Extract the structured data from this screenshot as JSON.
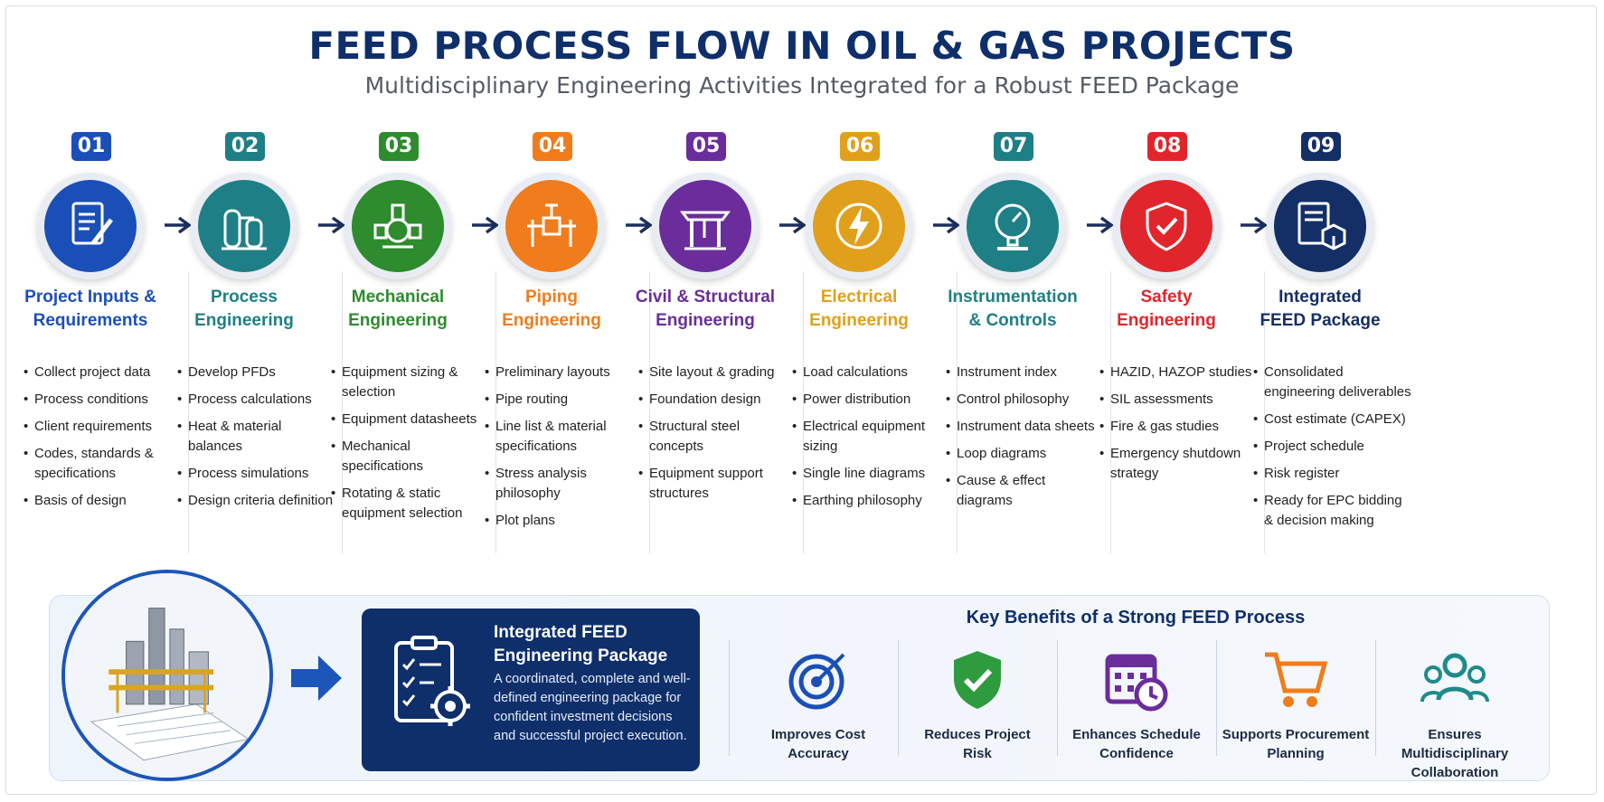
{
  "header": {
    "title": "FEED PROCESS FLOW IN OIL & GAS PROJECTS",
    "subtitle": "Multidisciplinary Engineering Activities Integrated for a Robust FEED Package"
  },
  "steps": [
    {
      "number": "01",
      "title_line1": "Project Inputs &",
      "title_line2": "Requirements",
      "color": "#1b4fb8",
      "icon": "document-edit-icon",
      "items": [
        "Collect project data",
        "Process conditions",
        "Client requirements",
        "Codes, standards & specifications",
        "Basis of design"
      ]
    },
    {
      "number": "02",
      "title_line1": "Process",
      "title_line2": "Engineering",
      "color": "#1f7f86",
      "icon": "process-vessel-icon",
      "items": [
        "Develop PFDs",
        "Process calculations",
        "Heat & material balances",
        "Process simulations",
        "Design criteria definition"
      ]
    },
    {
      "number": "03",
      "title_line1": "Mechanical",
      "title_line2": "Engineering",
      "color": "#2e8b2e",
      "icon": "pump-equipment-icon",
      "items": [
        "Equipment sizing & selection",
        "Equipment datasheets",
        "Mechanical specifications",
        "Rotating & static equipment selection"
      ]
    },
    {
      "number": "04",
      "title_line1": "Piping",
      "title_line2": "Engineering",
      "color": "#f07c1c",
      "icon": "pipe-valve-icon",
      "items": [
        "Preliminary layouts",
        "Pipe routing",
        "Line list & material specifications",
        "Stress analysis philosophy",
        "Plot plans"
      ]
    },
    {
      "number": "05",
      "title_line1": "Civil & Structural",
      "title_line2": "Engineering",
      "color": "#6a2d9b",
      "icon": "structure-icon",
      "items": [
        "Site layout & grading",
        "Foundation design",
        "Structural steel concepts",
        "Equipment support structures"
      ]
    },
    {
      "number": "06",
      "title_line1": "Electrical",
      "title_line2": "Engineering",
      "color": "#e0a01b",
      "icon": "lightning-icon",
      "items": [
        "Load calculations",
        "Power distribution",
        "Electrical equipment sizing",
        "Single line diagrams",
        "Earthing philosophy"
      ]
    },
    {
      "number": "07",
      "title_line1": "Instrumentation",
      "title_line2": "& Controls",
      "color": "#1f7f86",
      "icon": "gauge-icon",
      "items": [
        "Instrument index",
        "Control philosophy",
        "Instrument data sheets",
        "Loop diagrams",
        "Cause & effect diagrams"
      ]
    },
    {
      "number": "08",
      "title_line1": "Safety",
      "title_line2": "Engineering",
      "color": "#e0262c",
      "icon": "shield-check-icon",
      "items": [
        "HAZID, HAZOP studies",
        "SIL assessments",
        "Fire & gas studies",
        "Emergency shutdown strategy"
      ]
    },
    {
      "number": "09",
      "title_line1": "Integrated",
      "title_line2": "FEED Package",
      "color": "#142f66",
      "icon": "document-package-icon",
      "items": [
        "Consolidated engineering deliverables",
        "Cost estimate (CAPEX)",
        "Project schedule",
        "Risk register",
        "Ready for EPC bidding & decision making"
      ]
    }
  ],
  "feed_box": {
    "title": "Integrated FEED Engineering Package",
    "description": "A coordinated, complete and well-defined engineering package for confident investment decisions and successful project execution."
  },
  "benefits": {
    "title": "Key Benefits of a Strong FEED Process",
    "items": [
      {
        "label_line1": "Improves Cost",
        "label_line2": "Accuracy",
        "icon": "target-icon",
        "color": "#1b4fb8"
      },
      {
        "label_line1": "Reduces Project",
        "label_line2": "Risk",
        "icon": "shield-check-icon",
        "color": "#2e9b3e"
      },
      {
        "label_line1": "Enhances Schedule",
        "label_line2": "Confidence",
        "icon": "calendar-clock-icon",
        "color": "#6a2d9b"
      },
      {
        "label_line1": "Supports Procurement",
        "label_line2": "Planning",
        "icon": "cart-icon",
        "color": "#f07c1c"
      },
      {
        "label_line1": "Ensures Multidisciplinary",
        "label_line2": "Collaboration",
        "icon": "team-icon",
        "color": "#1f8a8a"
      }
    ]
  }
}
